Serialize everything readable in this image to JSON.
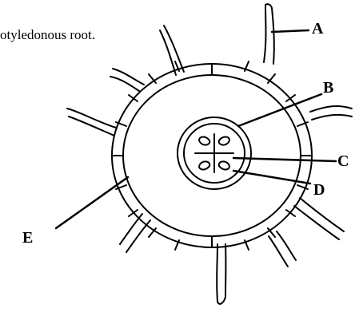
{
  "caption": "otyledonous root.",
  "labels": {
    "a": "A",
    "b": "B",
    "c": "C",
    "d": "D",
    "e": "E"
  },
  "colors": {
    "ink": "#000000",
    "background": "#ffffff"
  }
}
